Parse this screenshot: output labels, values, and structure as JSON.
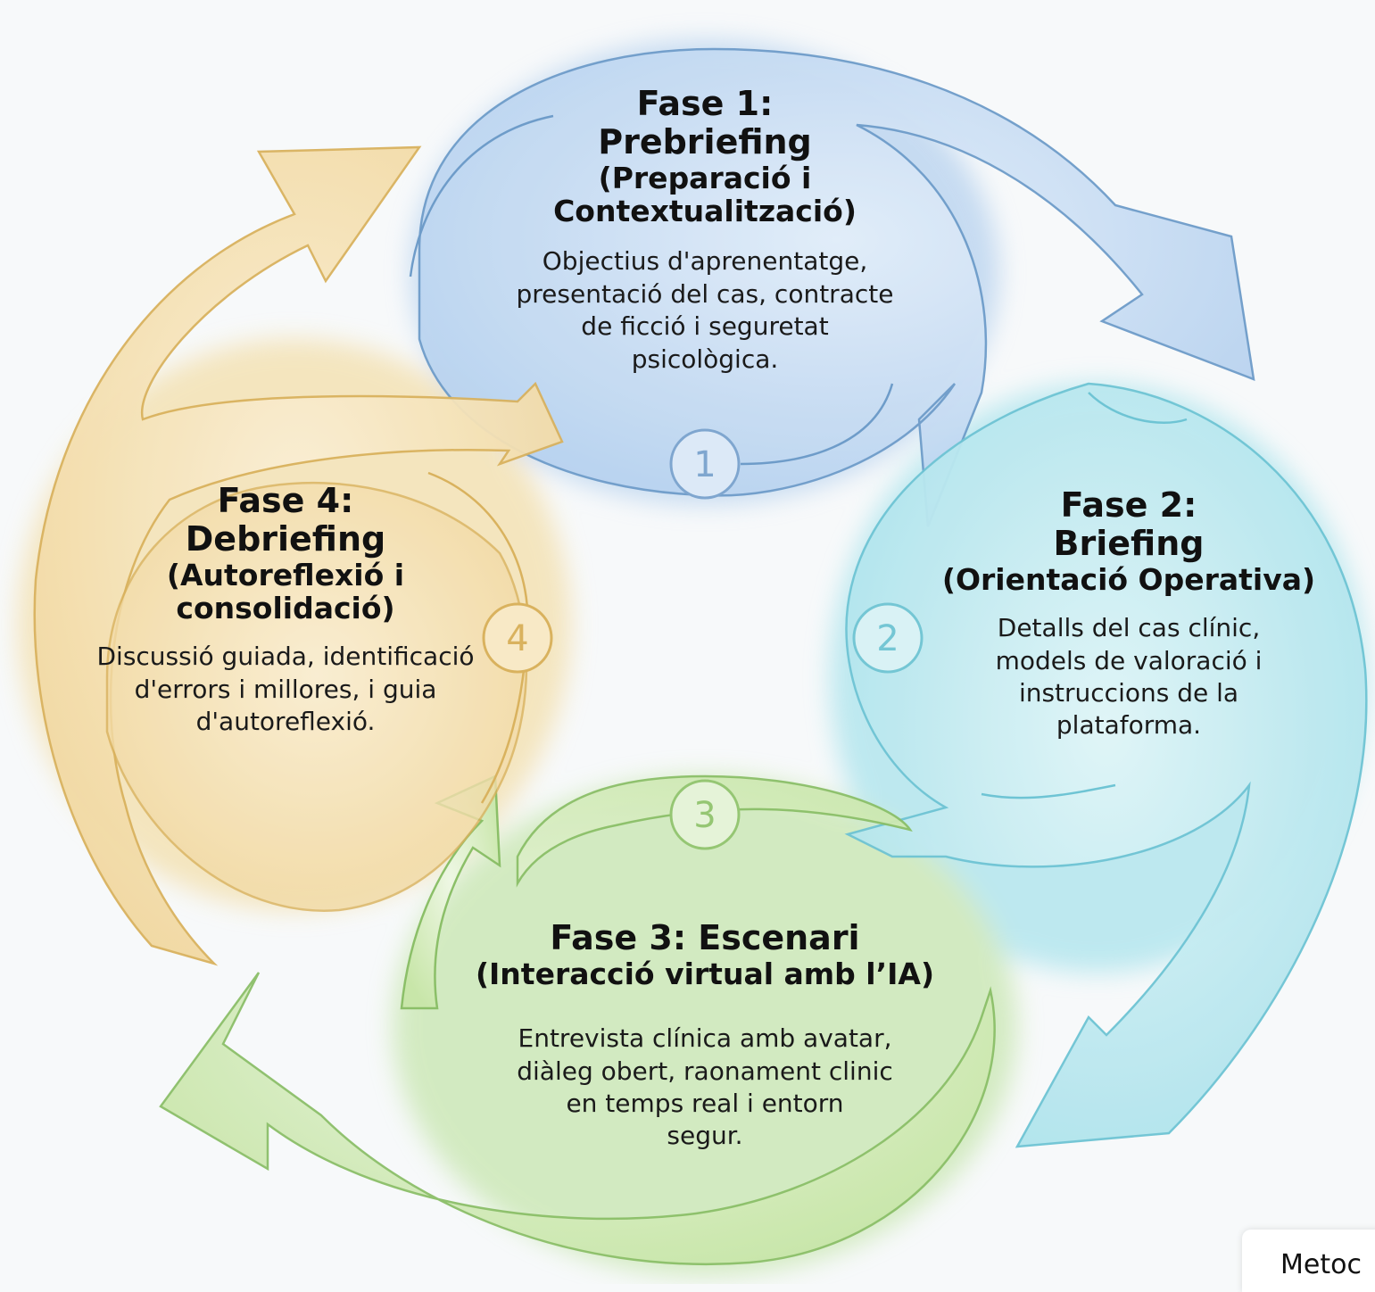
{
  "phases": [
    {
      "number": "1",
      "title_1": "Fase 1:",
      "title_2": "Prebriefing",
      "subtitle_1": "(Preparació i",
      "subtitle_2": "Contextualització)",
      "desc": [
        "Objectius d'aprenentatge,",
        "presentació del cas, contracte",
        "de ficció i seguretat",
        "psicològica."
      ],
      "color": "#8fb6de"
    },
    {
      "number": "2",
      "title_1": "Fase 2:",
      "title_2": "Briefing",
      "subtitle_1": "(Orientació Operativa)",
      "desc": [
        "Detalls del cas clínic,",
        "models de valoració i",
        "instruccions de la",
        "plataforma."
      ],
      "color": "#86d3e0"
    },
    {
      "number": "3",
      "title_1": "Fase 3: Escenari",
      "subtitle_1": "(Interacció virtual amb l’IA)",
      "desc": [
        "Entrevista clínica amb avatar,",
        "diàleg obert, raonament clinic",
        "en temps real i entorn",
        "segur."
      ],
      "color": "#a9d68a"
    },
    {
      "number": "4",
      "title_1": "Fase 4:",
      "title_2": "Debriefing",
      "subtitle_1": "(Autoreflexió i",
      "subtitle_2": "consolidació)",
      "desc": [
        "Discussió guiada, identificació",
        "d'errors i millores, i guia",
        "d'autoreflexió."
      ],
      "color": "#ecc97e"
    }
  ],
  "corner_label": "Metoc"
}
